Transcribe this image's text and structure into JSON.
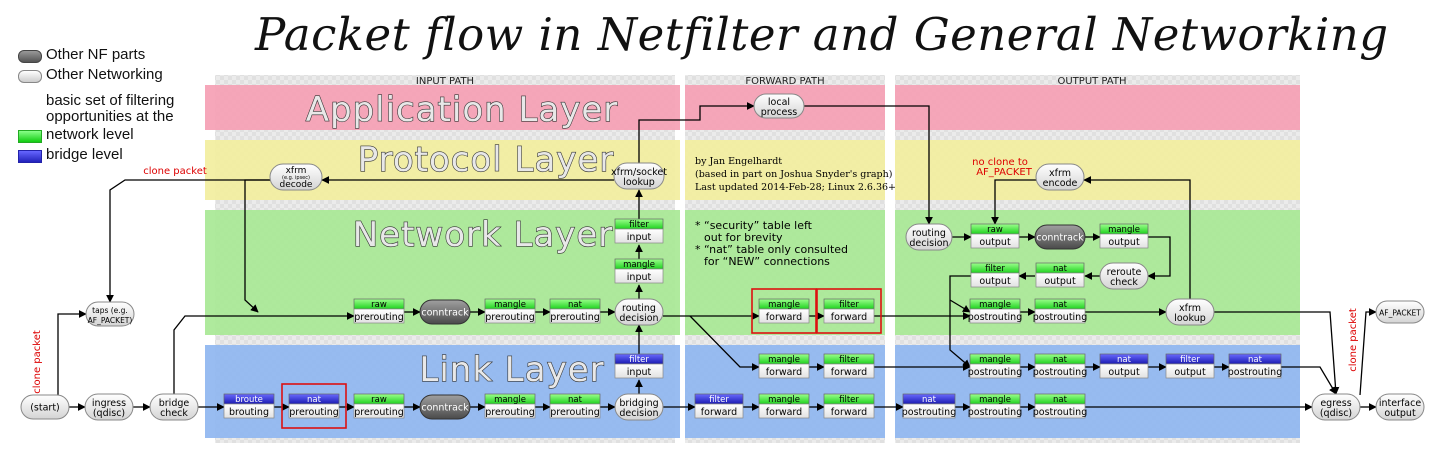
{
  "title": "Packet flow in Netfilter and General Networking",
  "legend": {
    "other_nf_parts": "Other NF parts",
    "other_networking": "Other Networking",
    "basic_set_line1": "basic set of filtering",
    "basic_set_line2": "opportunities at the",
    "network_level": "network level",
    "bridge_level": "bridge level"
  },
  "paths": {
    "input": "INPUT PATH",
    "forward": "FORWARD PATH",
    "output": "OUTPUT PATH"
  },
  "layers": {
    "application": "Application Layer",
    "protocol": "Protocol Layer",
    "network": "Network Layer",
    "link": "Link Layer"
  },
  "credits": {
    "line1": "by Jan Engelhardt",
    "line2": "(based in part on Joshua Snyder's graph)",
    "line3": "Last updated 2014-Feb-28; Linux 2.6.36+"
  },
  "notes": {
    "line1": "* “security” table left",
    "line2": "out for brevity",
    "line3": "* “nat” table only consulted",
    "line4": "for “NEW” connections"
  },
  "annotations": {
    "clone_packet_top": "clone packet",
    "clone_packet_left": "clone packet",
    "clone_packet_right": "clone packet",
    "no_clone_line1": "no clone to",
    "no_clone_line2": "AF_PACKET"
  },
  "nodes": {
    "local_process": [
      "local",
      "process"
    ],
    "xfrm_decode": [
      "xfrm",
      "(e.g. ipsec)",
      "decode"
    ],
    "xfrm_socket_lookup": [
      "xfrm/socket",
      "lookup"
    ],
    "xfrm_encode": [
      "xfrm",
      "encode"
    ],
    "taps": [
      "taps (e.g.",
      "AF_PACKET)"
    ],
    "af_packet_out": [
      "AF_PACKET"
    ],
    "start": [
      "(start)"
    ],
    "ingress": [
      "ingress",
      "(qdisc)"
    ],
    "bridge_check": [
      "bridge",
      "check"
    ],
    "conntrack_net": [
      "conntrack"
    ],
    "conntrack_link": [
      "conntrack"
    ],
    "conntrack_out": [
      "conntrack"
    ],
    "routing_decision_in": [
      "routing",
      "decision"
    ],
    "routing_decision_out": [
      "routing",
      "decision"
    ],
    "bridging_decision": [
      "bridging",
      "decision"
    ],
    "reroute_check": [
      "reroute",
      "check"
    ],
    "xfrm_lookup": [
      "xfrm",
      "lookup"
    ],
    "egress": [
      "egress",
      "(qdisc)"
    ],
    "interface_output": [
      "interface",
      "output"
    ]
  },
  "tables": {
    "filter_input_net": [
      "filter",
      "input"
    ],
    "mangle_input_net": [
      "mangle",
      "input"
    ],
    "raw_prerouting_net": [
      "raw",
      "prerouting"
    ],
    "mangle_prerouting_net": [
      "mangle",
      "prerouting"
    ],
    "nat_prerouting_net": [
      "nat",
      "prerouting"
    ],
    "mangle_forward_net": [
      "mangle",
      "forward"
    ],
    "filter_forward_net": [
      "filter",
      "forward"
    ],
    "raw_output_net": [
      "raw",
      "output"
    ],
    "mangle_output_net": [
      "mangle",
      "output"
    ],
    "filter_output_net": [
      "filter",
      "output"
    ],
    "nat_output_net": [
      "nat",
      "output"
    ],
    "mangle_postrouting_net": [
      "mangle",
      "postrouting"
    ],
    "nat_postrouting_net": [
      "nat",
      "postrouting"
    ],
    "broute_brouting": [
      "broute",
      "brouting"
    ],
    "nat_prerouting_br": [
      "nat",
      "prerouting"
    ],
    "raw_prerouting_link": [
      "raw",
      "prerouting"
    ],
    "mangle_prerouting_link": [
      "mangle",
      "prerouting"
    ],
    "nat_prerouting_link": [
      "nat",
      "prerouting"
    ],
    "filter_input_br": [
      "filter",
      "input"
    ],
    "filter_forward_br": [
      "filter",
      "forward"
    ],
    "mangle_forward_link": [
      "mangle",
      "forward"
    ],
    "filter_forward_link": [
      "filter",
      "forward"
    ],
    "mangle_forward_link2": [
      "mangle",
      "forward"
    ],
    "filter_forward_link2": [
      "filter",
      "forward"
    ],
    "nat_postrouting_br": [
      "nat",
      "postrouting"
    ],
    "mangle_postrouting_link": [
      "mangle",
      "postrouting"
    ],
    "nat_postrouting_link": [
      "nat",
      "postrouting"
    ],
    "mangle_postrouting_link2": [
      "mangle",
      "postrouting"
    ],
    "nat_postrouting_link2": [
      "nat",
      "postrouting"
    ],
    "nat_output_br": [
      "nat",
      "output"
    ],
    "filter_output_br": [
      "filter",
      "output"
    ],
    "nat_postrouting_br2": [
      "nat",
      "postrouting"
    ]
  },
  "colors": {
    "application": "#f5a0b4",
    "protocol": "#f2ee9e",
    "network": "#a8e895",
    "link": "#8fb6f0",
    "network_table_head": "#22dd22",
    "bridge_table_head": "#2a2ad0",
    "highlight": "#dd1111"
  }
}
